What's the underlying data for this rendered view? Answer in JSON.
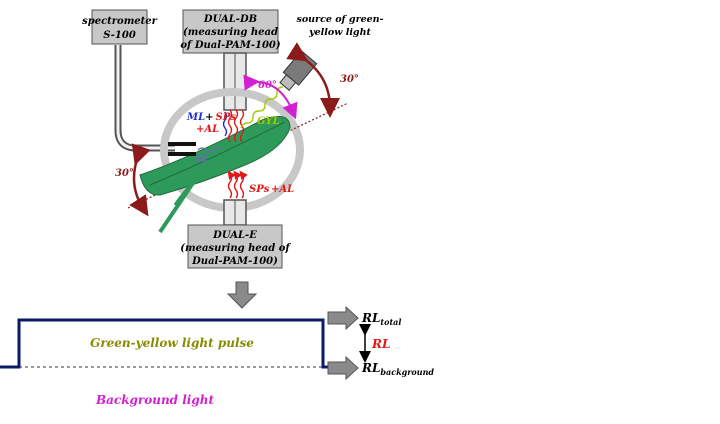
{
  "boxes": {
    "spectrometer": {
      "line1": "spectrometer",
      "line2": "S-100"
    },
    "dual_db": {
      "line1": "DUAL-DB",
      "line2": "(measuring head",
      "line3": "of Dual-PAM-100)"
    },
    "dual_e": {
      "line1": "DUAL-E",
      "line2": "(measuring head of",
      "line3": "Dual-PAM-100)"
    }
  },
  "source_label": {
    "line1": "source of green-",
    "line2": "yellow light"
  },
  "angles": {
    "top": "60°",
    "right": "30°",
    "left": "30°"
  },
  "beam_labels": {
    "ml": "ML",
    "plus1": "+",
    "sps_top": "SPs",
    "plus_al_top": "+AL",
    "gyl": "GYL",
    "rl": "RL",
    "sps_bottom": "SPs",
    "plus_al_bottom": "+AL"
  },
  "pulse": {
    "label": "Green-yellow light pulse",
    "background_label": "Background light"
  },
  "outputs": {
    "rl": "RL",
    "total_sub": "total",
    "background_sub": "background",
    "rl_mid": "RL"
  },
  "colors": {
    "box_fill": "#c8c8c8",
    "pulse_line": "#0a1a66",
    "leaf": "#2e9a5a",
    "ml_blue": "#1b2fd0",
    "red": "#e01818",
    "magenta": "#d11fd1",
    "gyl": "#a8c800",
    "dark_red": "#8b1a1a",
    "olive": "#8a8a00"
  }
}
